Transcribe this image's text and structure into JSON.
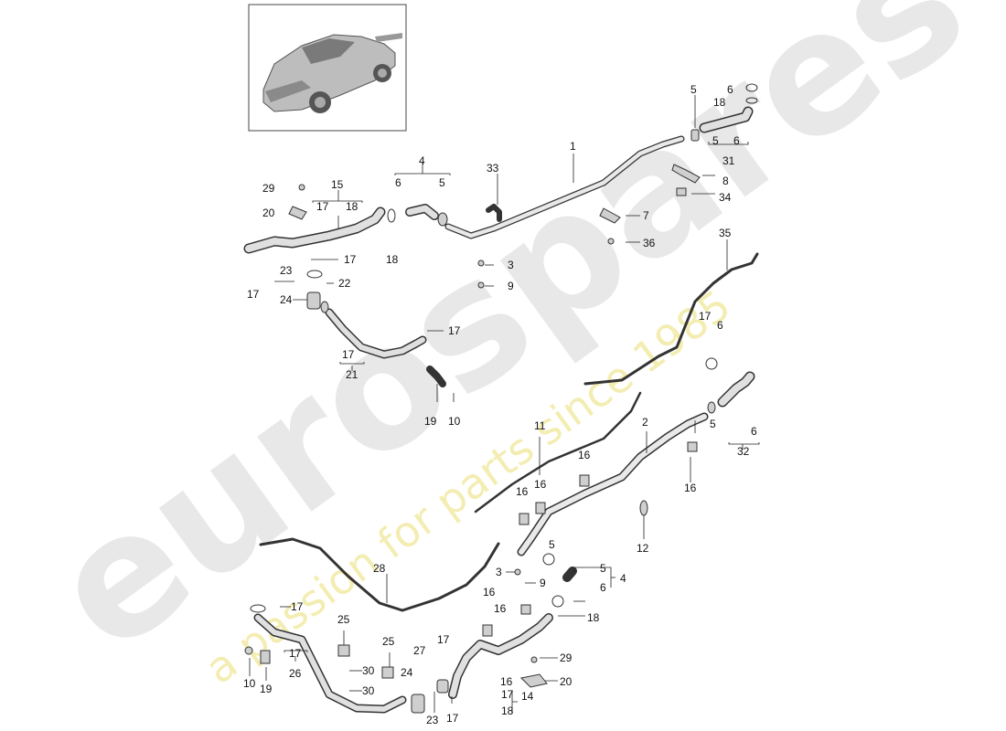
{
  "watermark": {
    "brand": "eurospares",
    "tagline": "a passion for parts since 1985",
    "brand_color": "#e6e6e6",
    "tagline_color": "#f1eaa8"
  },
  "thumbnail": {
    "icon": "car-icon"
  },
  "callouts": [
    "1",
    "2",
    "3",
    "3",
    "4",
    "4",
    "5",
    "5",
    "5",
    "5",
    "5",
    "5",
    "6",
    "6",
    "6",
    "6",
    "6",
    "6",
    "7",
    "8",
    "9",
    "9",
    "10",
    "10",
    "11",
    "12",
    "14",
    "15",
    "16",
    "16",
    "16",
    "16",
    "16",
    "16",
    "16",
    "17",
    "17",
    "17",
    "17",
    "17",
    "17",
    "17",
    "17",
    "17",
    "17",
    "17",
    "17",
    "17",
    "18",
    "18",
    "18",
    "18",
    "18",
    "19",
    "19",
    "20",
    "20",
    "21",
    "22",
    "23",
    "23",
    "24",
    "24",
    "25",
    "25",
    "26",
    "27",
    "28",
    "29",
    "29",
    "30",
    "30",
    "31",
    "32",
    "33",
    "34",
    "35",
    "36"
  ],
  "colors": {
    "line": "#222222",
    "pipe_fill": "#e9e9e9",
    "pipe_stroke": "#333333"
  }
}
